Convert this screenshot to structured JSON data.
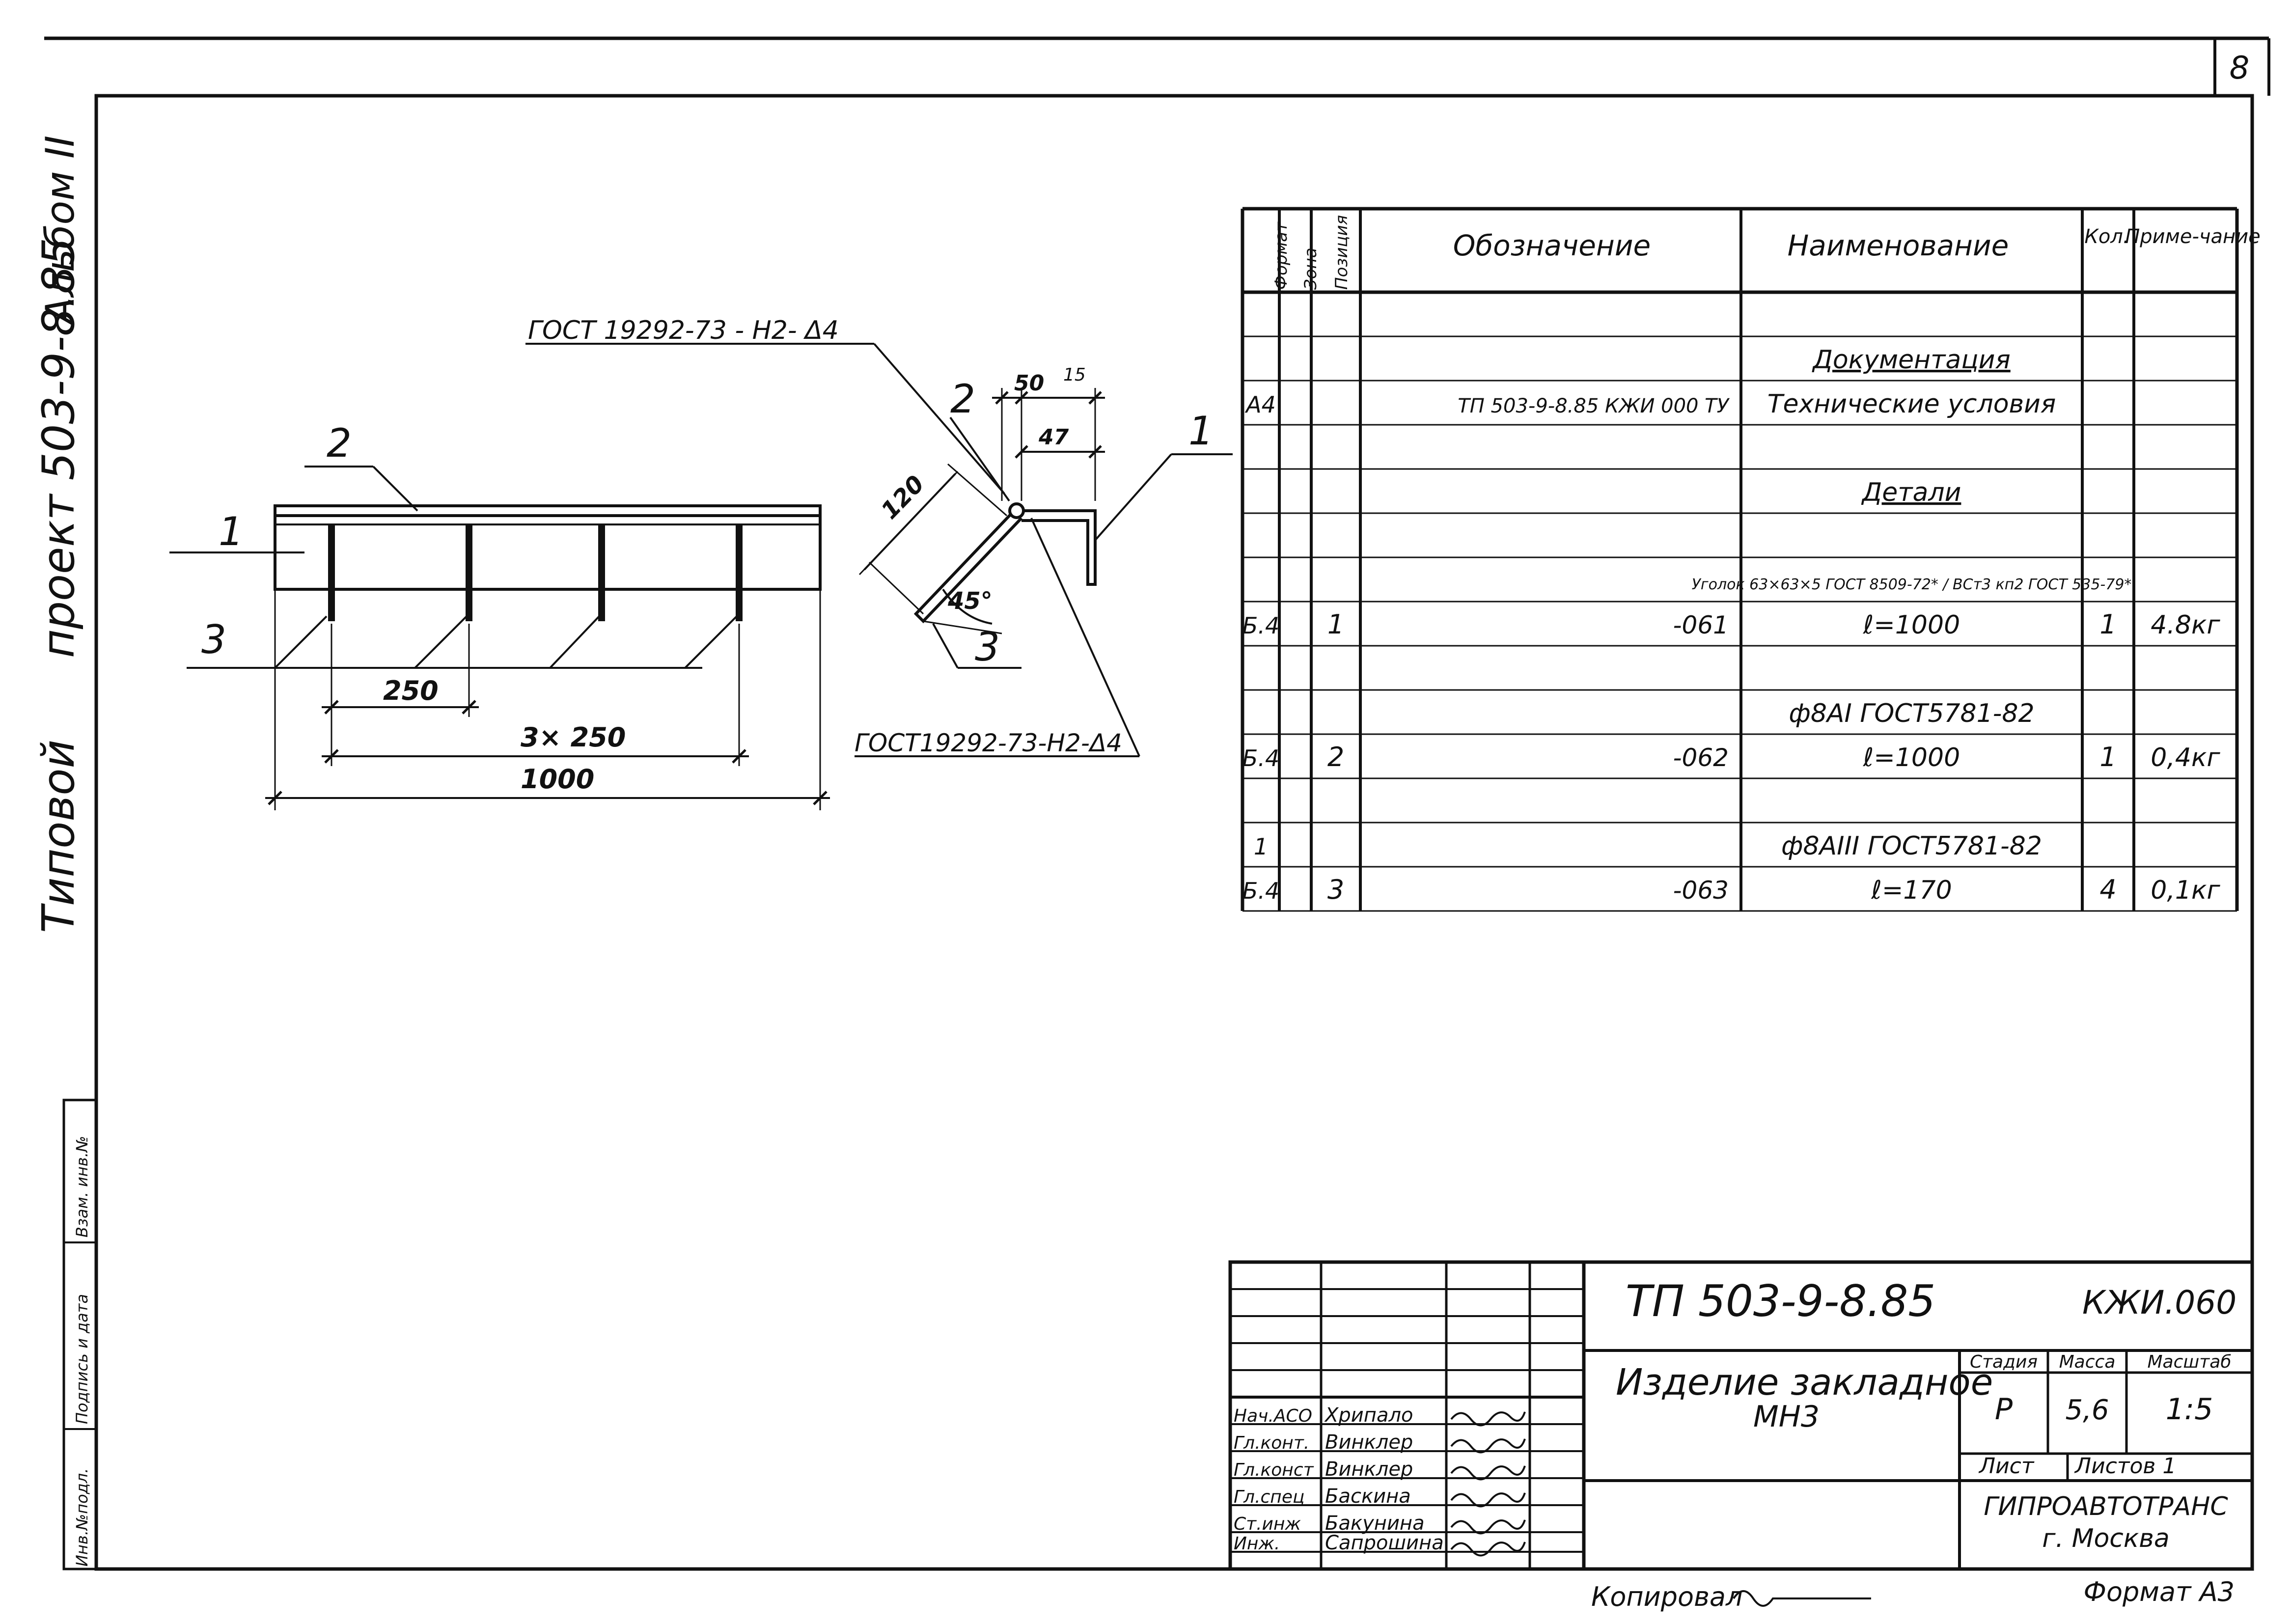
{
  "sheet_number": "8",
  "side_margin": {
    "album": "Альбом II",
    "project": "проект 503-9-8.85",
    "typical": "Типовой",
    "inv_fields": [
      "Инв.№подл.",
      "Подпись и дата",
      "Взам. инв.№"
    ]
  },
  "drawing": {
    "weld_note_top": "ГОСТ 19292-73 - Н2- Δ4",
    "weld_note_bottom": "ГОСТ19292-73-Н2-Δ4",
    "callout_1": "1",
    "callout_2": "2",
    "callout_3": "3",
    "dim_250": "250",
    "dim_3x250": "3× 250",
    "dim_1000": "1000",
    "dim_50": "50",
    "dim_15": "15",
    "dim_47": "47",
    "dim_120": "120",
    "dim_45deg": "45°"
  },
  "spec_table": {
    "headers": {
      "format": "Формат",
      "zone": "Зона",
      "position": "Позиция",
      "designation": "Обозначение",
      "name": "Наименование",
      "qty": "Кол.",
      "note": "Приме-чание"
    },
    "rows": [
      {
        "format": "",
        "zone": "",
        "pos": "",
        "designation": "",
        "name": "",
        "qty": "",
        "note": ""
      },
      {
        "format": "",
        "zone": "",
        "pos": "",
        "designation": "",
        "name": "Документация",
        "qty": "",
        "note": ""
      },
      {
        "format": "А4",
        "zone": "",
        "pos": "",
        "designation": "ТП 503-9-8.85 КЖИ 000 ТУ",
        "name": "Технические условия",
        "qty": "",
        "note": ""
      },
      {
        "format": "",
        "zone": "",
        "pos": "",
        "designation": "",
        "name": "",
        "qty": "",
        "note": ""
      },
      {
        "format": "",
        "zone": "",
        "pos": "",
        "designation": "",
        "name": "Детали",
        "qty": "",
        "note": ""
      },
      {
        "format": "",
        "zone": "",
        "pos": "",
        "designation": "",
        "name": "",
        "qty": "",
        "note": ""
      },
      {
        "format": "",
        "zone": "",
        "pos": "",
        "designation": "",
        "name": "Уголок 63×63×5 ГОСТ 8509-72* / ВСт3 кп2 ГОСТ 535-79*",
        "qty": "",
        "note": ""
      },
      {
        "format": "Б.4",
        "zone": "",
        "pos": "1",
        "designation": "-061",
        "name": "ℓ=1000",
        "qty": "1",
        "note": "4.8кг"
      },
      {
        "format": "",
        "zone": "",
        "pos": "",
        "designation": "",
        "name": "",
        "qty": "",
        "note": ""
      },
      {
        "format": "",
        "zone": "",
        "pos": "",
        "designation": "",
        "name": "ф8АI ГОСТ5781-82",
        "qty": "",
        "note": ""
      },
      {
        "format": "Б.4",
        "zone": "",
        "pos": "2",
        "designation": "-062",
        "name": "ℓ=1000",
        "qty": "1",
        "note": "0,4кг"
      },
      {
        "format": "",
        "zone": "",
        "pos": "",
        "designation": "",
        "name": "",
        "qty": "",
        "note": ""
      },
      {
        "format": "1",
        "zone": "",
        "pos": "",
        "designation": "",
        "name": "ф8АIII ГОСТ5781-82",
        "qty": "",
        "note": ""
      },
      {
        "format": "Б.4",
        "zone": "",
        "pos": "3",
        "designation": "-063",
        "name": "ℓ=170",
        "qty": "4",
        "note": "0,1кг"
      }
    ]
  },
  "title_block": {
    "project_code": "ТП 503-9-8.85",
    "doc_code": "КЖИ.060",
    "title_line1": "Изделие закладное",
    "title_line2": "МН3",
    "stage_label": "Стадия",
    "mass_label": "Масса",
    "scale_label": "Масштаб",
    "stage": "Р",
    "mass": "5,6",
    "scale": "1:5",
    "sheet_label": "Лист",
    "sheets_label": "Листов 1",
    "org_line1": "ГИПРОАВТОТРАНС",
    "org_line2": "г. Москва",
    "people": [
      {
        "role": "Нач.АСО",
        "name": "Хрипало"
      },
      {
        "role": "Гл.конт.",
        "name": "Винклер"
      },
      {
        "role": "Гл.конст",
        "name": "Винклер"
      },
      {
        "role": "Гл.спец",
        "name": "Баскина"
      },
      {
        "role": "Ст.инж",
        "name": "Бакунина"
      },
      {
        "role": "Инж.",
        "name": "Сапрошина"
      }
    ]
  },
  "footer": {
    "copied": "Копировал",
    "format": "Формат А3"
  }
}
